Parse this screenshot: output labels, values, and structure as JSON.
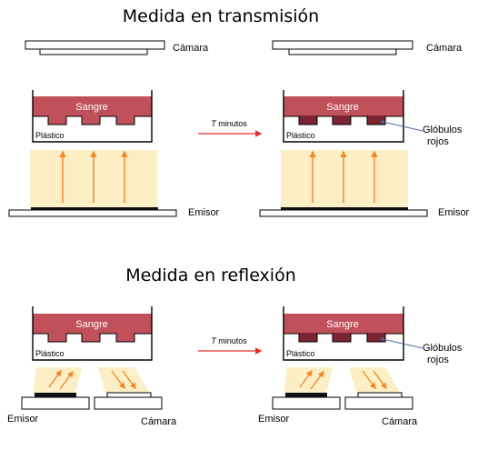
{
  "titles": {
    "transmission": "Medida en transmisión",
    "reflection": "Medida en reflexión"
  },
  "labels": {
    "camera": "Cámara",
    "emitter": "Emisor",
    "blood": "Sangre",
    "plastic": "Plástico",
    "time_var": "T",
    "time_unit": " minutos",
    "rbc_line1": "Glóbulos",
    "rbc_line2": "rojos"
  },
  "colors": {
    "blood": "#c0505a",
    "rbc": "#7a2531",
    "light_beam": "#fcefc5",
    "arrow": "#f08a2c",
    "time_arrow": "#e03030",
    "leader_line": "#4a6fa5",
    "emitter_cap": "#111111"
  }
}
